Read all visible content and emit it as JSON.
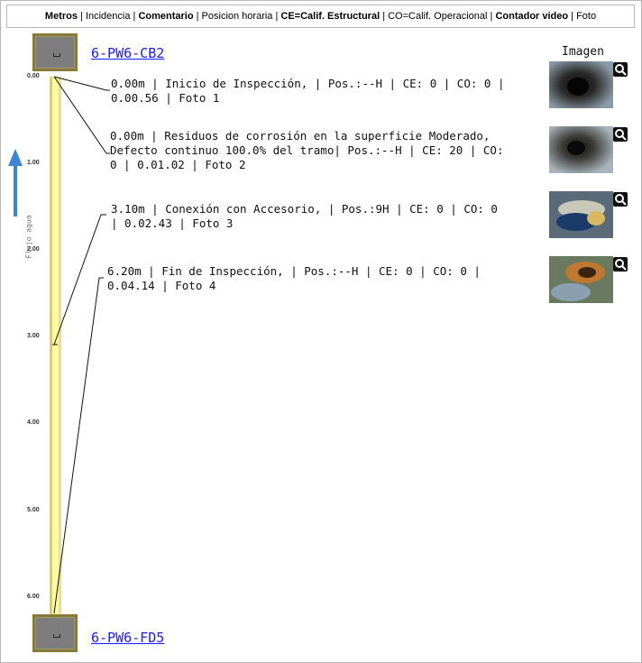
{
  "header": {
    "metros": "Metros",
    "incidencia": " | Incidencia | ",
    "comentario": "Comentario",
    "posicion": " | Posicion horaria | ",
    "ce": "CE=Calif. Estructural",
    "co": " | CO=Calif. Operacional | ",
    "contador": "Contador video",
    "foto": " | Foto"
  },
  "nodes": {
    "start": "6-PW6-CB2",
    "end": "6-PW6-FD5"
  },
  "flow_label": "Flujo agua",
  "image_column_title": "Imagen",
  "ticks": [
    "0.00",
    "1.00",
    "2.00",
    "3.00",
    "4.00",
    "5.00",
    "6.00"
  ],
  "observations": [
    {
      "line1": "0.00m | Inicio de Inspección, | Pos.:--H | CE: 0 | CO: 0 |",
      "line2": "0.00.56 | Foto 1",
      "line3": ""
    },
    {
      "line1": "0.00m | Residuos de corrosión en la superficie Moderado,",
      "line2": "Defecto continuo 100.0% del tramo| Pos.:--H | CE: 20 | CO:",
      "line3": "0 | 0.01.02 | Foto 2"
    },
    {
      "line1": "3.10m | Conexión con Accesorio, | Pos.:9H | CE: 0 | CO: 0",
      "line2": "| 0.02.43 | Foto 3",
      "line3": ""
    },
    {
      "line1": "6.20m | Fin de Inspección, | Pos.:--H | CE: 0 | CO: 0 |",
      "line2": "0.04.14 | Foto 4",
      "line3": ""
    }
  ],
  "colors": {
    "pipe": "#fdfaa8",
    "link": "#1a1aff",
    "arrow": "#3a86d0"
  }
}
